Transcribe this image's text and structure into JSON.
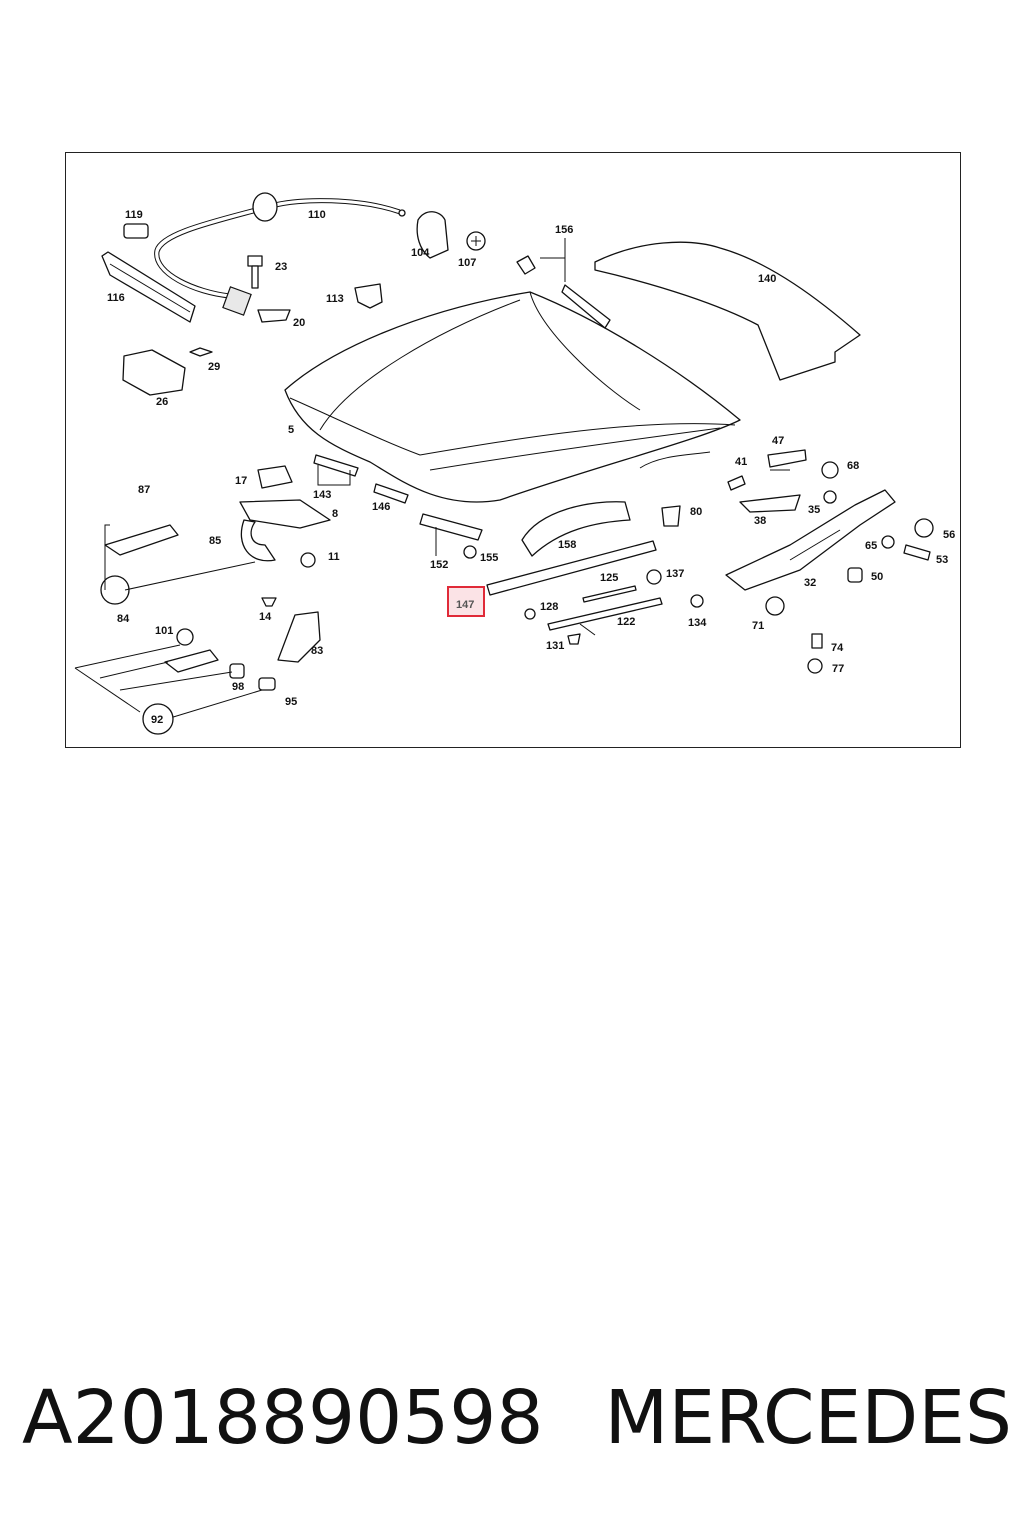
{
  "caption": {
    "part_number": "A2018890598",
    "brand": "MERCEDES"
  },
  "diagram": {
    "highlighted_label": "147",
    "highlight_color": "#e02a38",
    "labels": [
      "119",
      "110",
      "104",
      "107",
      "156",
      "140",
      "23",
      "116",
      "113",
      "20",
      "29",
      "26",
      "5",
      "47",
      "17",
      "41",
      "68",
      "87",
      "143",
      "8",
      "146",
      "38",
      "35",
      "56",
      "85",
      "80",
      "158",
      "11",
      "65",
      "53",
      "152",
      "155",
      "125",
      "137",
      "50",
      "84",
      "147",
      "32",
      "14",
      "128",
      "122",
      "134",
      "71",
      "101",
      "131",
      "83",
      "74",
      "98",
      "77",
      "95",
      "92"
    ]
  }
}
